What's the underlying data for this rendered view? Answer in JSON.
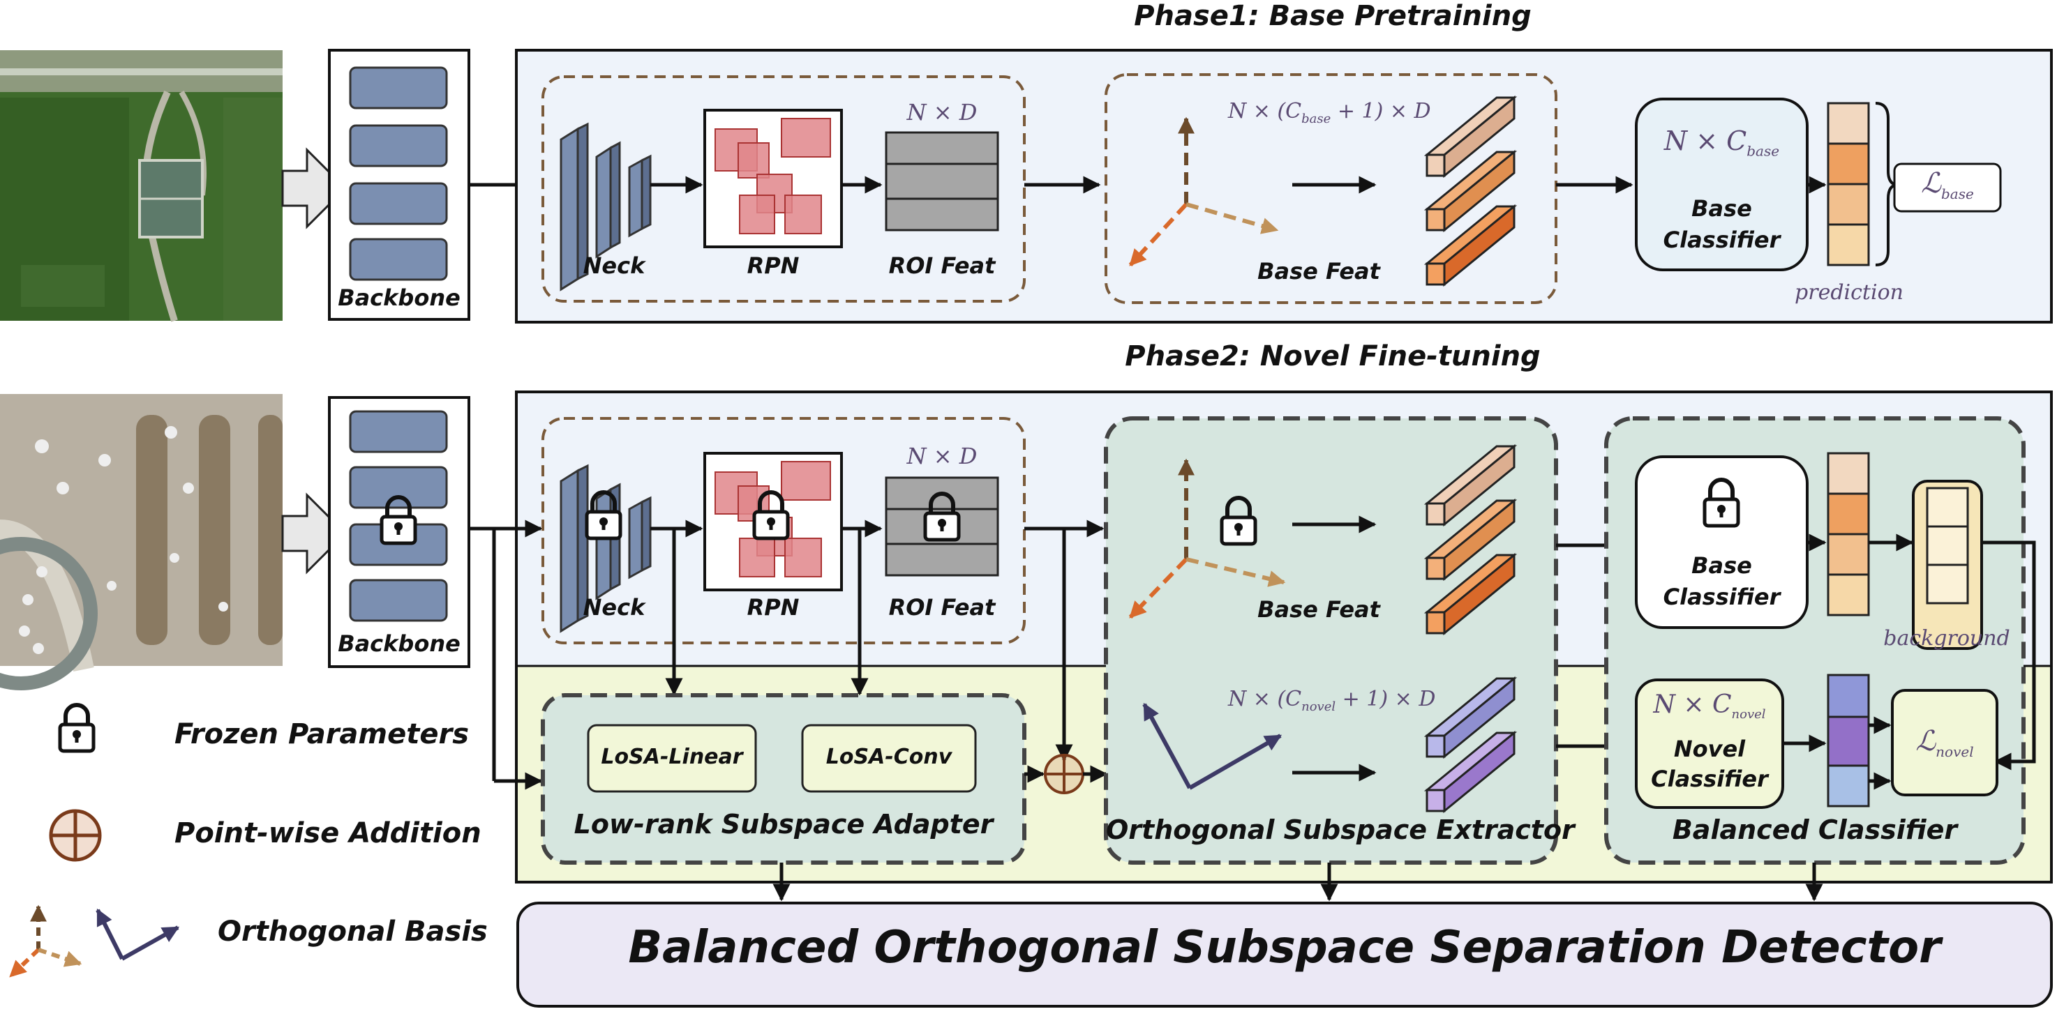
{
  "phase1": {
    "title": "Phase1: Base Pretraining",
    "backbone": "Backbone",
    "neck": "Neck",
    "rpn": "RPN",
    "roi_feat": "ROI Feat",
    "roi_dim": "N × D",
    "base_feat": "Base Feat",
    "feat_dim": "N × (C",
    "feat_dim_sub": "base",
    "feat_dim_tail": " + 1) × D",
    "classifier_dim": "N × C",
    "classifier_dim_sub": "base",
    "classifier": [
      "Base",
      "Classifier"
    ],
    "prediction": "prediction",
    "loss": "ℒ",
    "loss_sub": "base"
  },
  "phase2": {
    "title": "Phase2: Novel Fine-tuning",
    "backbone": "Backbone",
    "neck": "Neck",
    "rpn": "RPN",
    "roi_feat": "ROI Feat",
    "roi_dim": "N × D",
    "base_feat": "Base Feat",
    "base_classifier": [
      "Base",
      "Classifier"
    ],
    "background": "background",
    "losa_linear": "LoSA-Linear",
    "losa_conv": "LoSA-Conv",
    "adapter": "Low-rank Subspace Adapter",
    "novel_dim": "N × (C",
    "novel_dim_sub": "novel",
    "novel_dim_tail": " + 1) × D",
    "extractor": "Orthogonal Subspace Extractor",
    "novel_classifier_dim": "N × C",
    "novel_classifier_dim_sub": "novel",
    "novel_classifier": [
      "Novel",
      "Classifier"
    ],
    "loss": "ℒ",
    "loss_sub": "novel",
    "balanced": "Balanced Classifier"
  },
  "legend": {
    "frozen": "Frozen Parameters",
    "addition": "Point-wise Addition",
    "basis": "Orthogonal Basis"
  },
  "detector": "Balanced Orthogonal Subspace Separation Detector",
  "colors": {
    "panel_bg": "#eef3fa",
    "adapter_bg": "#f2f7d8",
    "green_region": "#d6e6df",
    "block_blue": "#7b8fb1",
    "rpn_red": "#e0868b",
    "roi_gray": "#a6a6a6",
    "orange": "#d9692a",
    "brown": "#7a5a3a",
    "purple": "#3d3a66",
    "detector_bg": "#ebe8f5"
  }
}
